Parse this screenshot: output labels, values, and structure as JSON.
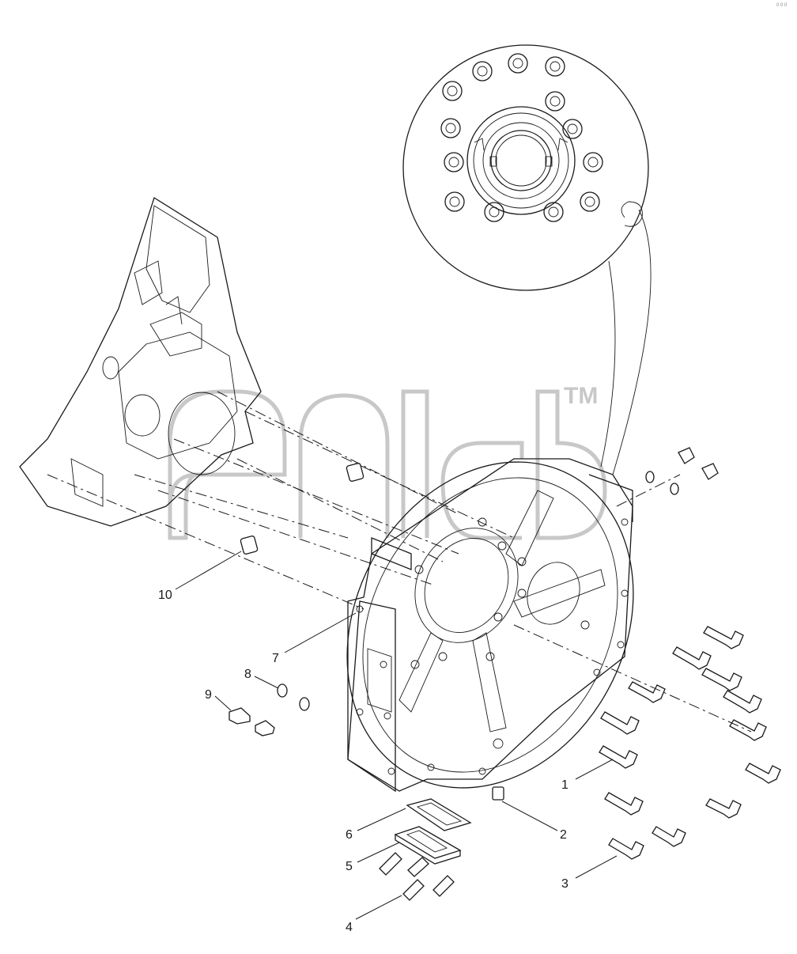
{
  "diagram": {
    "corner_mark": "0 0 0",
    "watermark_tm": "TM",
    "callouts": [
      {
        "id": "1",
        "label": "1"
      },
      {
        "id": "2",
        "label": "2"
      },
      {
        "id": "3",
        "label": "3"
      },
      {
        "id": "4",
        "label": "4"
      },
      {
        "id": "5",
        "label": "5"
      },
      {
        "id": "6",
        "label": "6"
      },
      {
        "id": "7",
        "label": "7"
      },
      {
        "id": "8",
        "label": "8"
      },
      {
        "id": "9",
        "label": "9"
      },
      {
        "id": "10",
        "label": "10"
      }
    ]
  }
}
